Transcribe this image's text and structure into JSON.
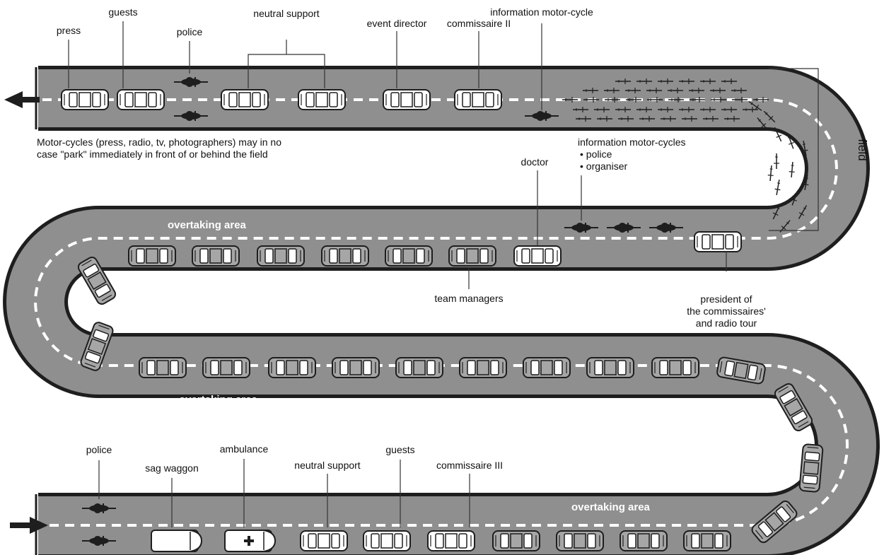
{
  "top_labels": {
    "press": "press",
    "guests": "guests",
    "police": "police",
    "neutral_support": "neutral support",
    "event_director": "event director",
    "commissaire_2": "commissaire II",
    "info_moto": "information motor-cycle"
  },
  "side_label": "field",
  "note": {
    "line1": "Motor-cycles (press, radio, tv, photographers) may in no",
    "line2": "case \"park\" immediately in front of or behind the field"
  },
  "info_motos": {
    "title": "information motor-cycles",
    "item1": "• police",
    "item2": "• organiser"
  },
  "middle_labels": {
    "doctor": "doctor",
    "team_managers": "team managers",
    "president_line1": "president of",
    "president_line2": "the commissaires'",
    "president_line3": "and radio tour"
  },
  "zones": {
    "zone1": "overtaking area",
    "zone2": "overtaking area",
    "zone3": "overtaking area"
  },
  "bottom_labels": {
    "police": "police",
    "sag": "sag waggon",
    "ambulance": "ambulance",
    "neutral_support": "neutral support",
    "guests": "guests",
    "commissaire_3": "commissaire III"
  },
  "colors": {
    "road": "#8f8f8f",
    "road_edge": "#1e1e1e",
    "dash": "#ffffff",
    "car_white": "#ffffff",
    "car_grey": "#a6a6a6"
  }
}
